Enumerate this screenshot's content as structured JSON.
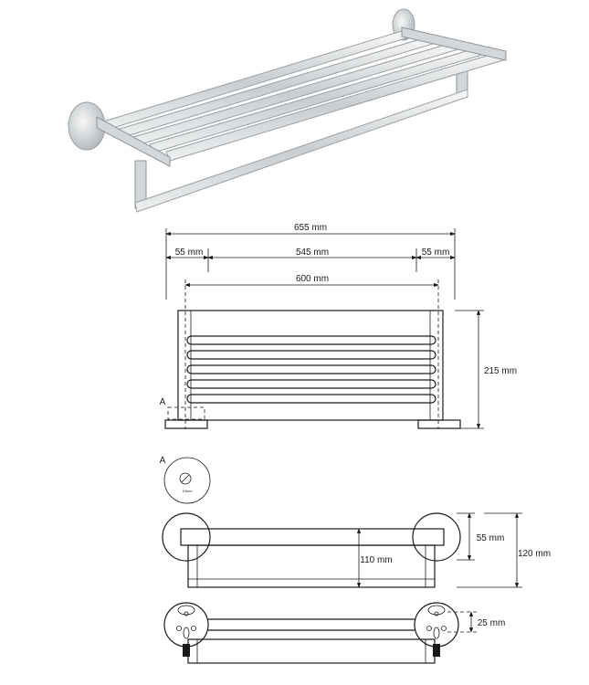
{
  "dimensions": {
    "overall_width": "655 mm",
    "left_wall_gap": "55 mm",
    "inner_span": "545 mm",
    "right_wall_gap": "55 mm",
    "mount_span": "600 mm",
    "height": "215 mm",
    "detail_label": "A",
    "detail_ref": "A",
    "detail_small": "10mm",
    "bar_depth": "55 mm",
    "total_depth": "120 mm",
    "rail_offset": "110 mm",
    "mount_offset": "25 mm"
  }
}
